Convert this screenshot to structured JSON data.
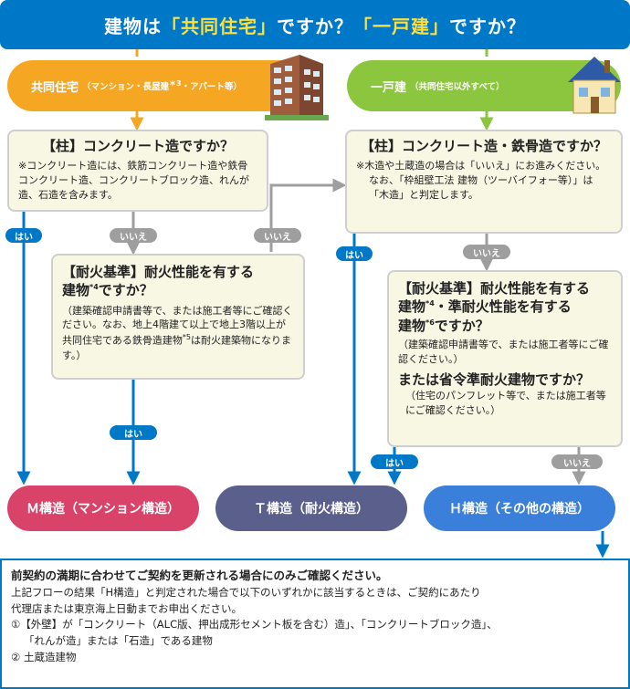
{
  "header": {
    "part1": "建物は",
    "hl1": "「共同住宅」",
    "part2": "ですか？",
    "hl2": "「一戸建」",
    "part3": "ですか？"
  },
  "categories": {
    "left_main": "共同住宅",
    "left_sub": "（マンション・長屋建",
    "left_sub_sup": "＊3",
    "left_sub_end": "・アパート等）",
    "right_main": "一戸建",
    "right_sub": "（共同住宅以外すべて）"
  },
  "q1": {
    "title": "【柱】コンクリート造ですか？",
    "note": "※コンクリート造には、鉄筋コンクリート造や鉄骨コンクリート造、コンクリートブロック造、れんが造、石造を含みます。"
  },
  "q2": {
    "title_a": "【耐火基準】耐火性能を有する",
    "title_b": "建物",
    "title_b_sup": "*4",
    "title_b_end": "ですか？",
    "note_a": "（建築確認申請書等で、または施工者等にご確認ください。なお、地上4階建て以上で地上3階以上が共同住宅である鉄骨造建物",
    "note_sup": "*5",
    "note_b": "は耐火建築物になります。）"
  },
  "q3": {
    "title": "【柱】コンクリート造・鉄骨造ですか？",
    "note1": "※木造や土蔵造の場合は「いいえ」にお進みください。",
    "note2": "なお、「枠組壁工法 建物（ツーバイフォー等）」は「木造」と判定します。"
  },
  "q4": {
    "title_a": "【耐火基準】耐火性能を有する",
    "title_b": "建物",
    "title_b_sup": "*4",
    "title_b_mid": "・準耐火性能を有する",
    "title_c": "建物",
    "title_c_sup": "*6",
    "title_c_end": "ですか？",
    "note1": "（建築確認申請書等で、または施工者等にご確認ください。）",
    "title2": "または省令準耐火建物ですか？",
    "note2": "（住宅のパンフレット等で、または施工者等にご確認ください。）"
  },
  "tags": {
    "yes": "はい",
    "no": "いいえ"
  },
  "results": {
    "m": "Ｍ構造（マンション構造）",
    "t": "Ｔ構造（耐火構造）",
    "h": "Ｈ構造（その他の構造）"
  },
  "bottom": {
    "title": "前契約の満期に合わせてご契約を更新される場合にのみご確認ください。",
    "line1": "上記フローの結果「H構造」と判定された場合で以下のいずれかに該当するときは、ご契約にあたり",
    "line2": "代理店または東京海上日動までお申出ください。",
    "item1a": "①【外壁】が「コンクリート（ALC版、押出成形セメント板を含む）造」、「コンクリートブロック造」、",
    "item1b": "「れんが造」または「石造」である建物",
    "item2": "② 土蔵造建物"
  },
  "colors": {
    "header": "#0078c8",
    "apartment": "#f5a623",
    "house": "#8cc63f",
    "yes": "#0078c8",
    "no": "#9e9e9e",
    "m_structure": "#d9436a",
    "t_structure": "#5a5f8c",
    "h_structure": "#3a7fd9"
  }
}
